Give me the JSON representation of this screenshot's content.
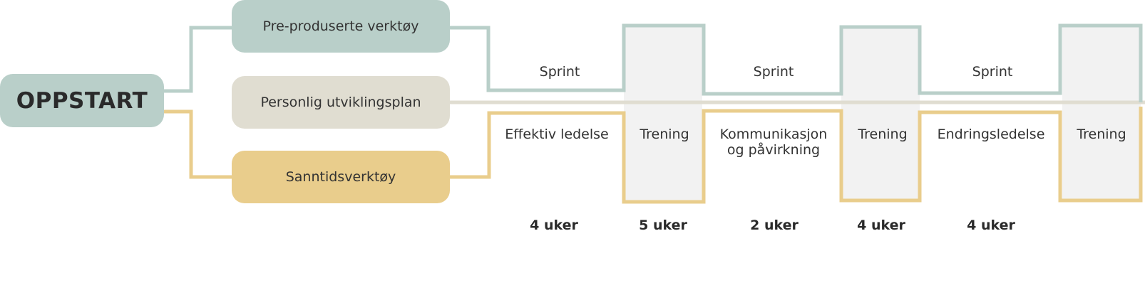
{
  "start": {
    "label": "OPPSTART"
  },
  "tracks": {
    "pre": "Pre-produserte verktøy",
    "personal": "Personlig utviklingsplan",
    "realtime": "Sanntidsverktøy"
  },
  "sprints": [
    {
      "top": "Sprint",
      "bottom": "Effektiv ledelse"
    },
    {
      "top": "Sprint",
      "bottom": "Kommunikasjon og påvirkning"
    },
    {
      "top": "Sprint",
      "bottom": "Endringsledelse"
    }
  ],
  "training": [
    "Trening",
    "Trening",
    "Trening"
  ],
  "durations": [
    "4 uker",
    "5 uker",
    "2 uker",
    "4 uker",
    "4 uker"
  ],
  "colors": {
    "green": "#b9cfc9",
    "beige": "#e0ddd1",
    "yellow": "#e9cd8c",
    "training_fill": "#f2f2f2"
  }
}
